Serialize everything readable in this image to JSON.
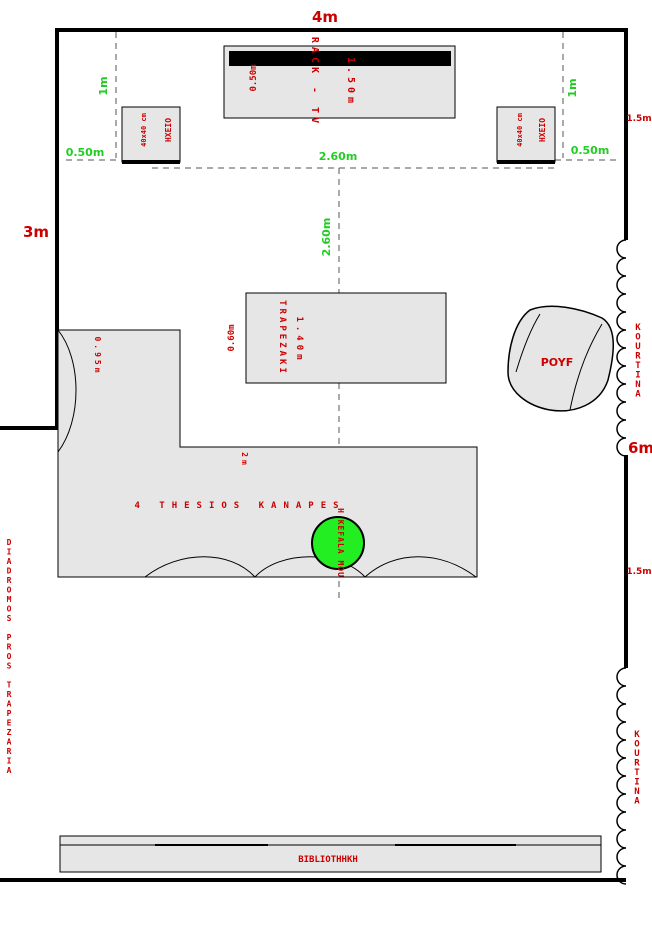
{
  "dimensions": {
    "top_width": "4m",
    "left_wall": "3m",
    "right_wall": "6m",
    "right_upper_gap": "1.5m",
    "right_lower_gap": "1.5m",
    "speaker_depth_left": "1m",
    "speaker_depth_right": "1m",
    "speaker_offset_left": "0.50m",
    "speaker_offset_right": "0.50m",
    "between_speakers": "2.60m",
    "tv_to_table": "2.60m",
    "rack_depth": "0.50m",
    "table_depth": "0.60m",
    "sofa_side_depth": "0.95m",
    "sofa_depth": "2m"
  },
  "furniture": {
    "rack": "RACK - TV",
    "rack_length": "1.50m",
    "speaker_label": "HXEIO",
    "speaker_size": "40x40 cm",
    "table": "TRAPEZAKI",
    "table_length": "1.40m",
    "sofa": "4 THESIOS KANAPES",
    "pouf": "POYF",
    "bookcase": "BIBLIOTHHKH",
    "head_position": "H KEFALA MOU"
  },
  "labels": {
    "curtain_upper": "KOURTINA",
    "curtain_lower": "KOURTINA",
    "corridor": "DIADROMOS PROS TRAPEZARIA"
  },
  "colors": {
    "wall": "#000000",
    "dimension_red": "#cc0000",
    "dimension_green": "#22cc22",
    "furniture_fill": "#e6e6e6",
    "head_fill": "#22ee22"
  }
}
